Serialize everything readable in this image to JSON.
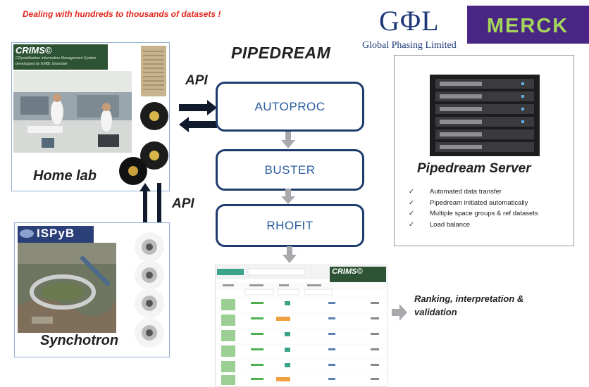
{
  "headline": "Dealing with hundreds to thousands of datasets  !",
  "logos": {
    "gpl_mark": "GΦL",
    "gpl_text": "Global Phasing Limited",
    "merck": "MERCK"
  },
  "pipeline": {
    "title": "PIPEDREAM",
    "stages": [
      "AUTOPROC",
      "BUSTER",
      "RHOFIT"
    ]
  },
  "api_labels": {
    "top": "API",
    "bottom": "API"
  },
  "home_lab": {
    "label": "Home lab",
    "crims_title": "CRIMS©",
    "crims_line1": "CRystallization Information Management System",
    "crims_line2": "developped by EMBL Grenoble"
  },
  "synchrotron": {
    "label": "Synchotron",
    "ispyb": "ISPyB"
  },
  "server": {
    "title": "Pipedream Server",
    "bullets": [
      "Automated data transfer",
      "Pipedream initiated automatically",
      "Multiple space groups & ref datasets",
      "Load balance"
    ]
  },
  "results": {
    "caption_line1": "Ranking, interpretation &",
    "caption_line2": "validation",
    "crims_title": "CRIMS©"
  },
  "colors": {
    "headline": "#e0251b",
    "stage_border": "#1f3b6e",
    "stage_text": "#2a5d9f",
    "merck_bg": "#4a2684",
    "merck_text": "#a5d65c",
    "gpl": "#1f3a78",
    "panel_border": "#8fb0d6"
  }
}
